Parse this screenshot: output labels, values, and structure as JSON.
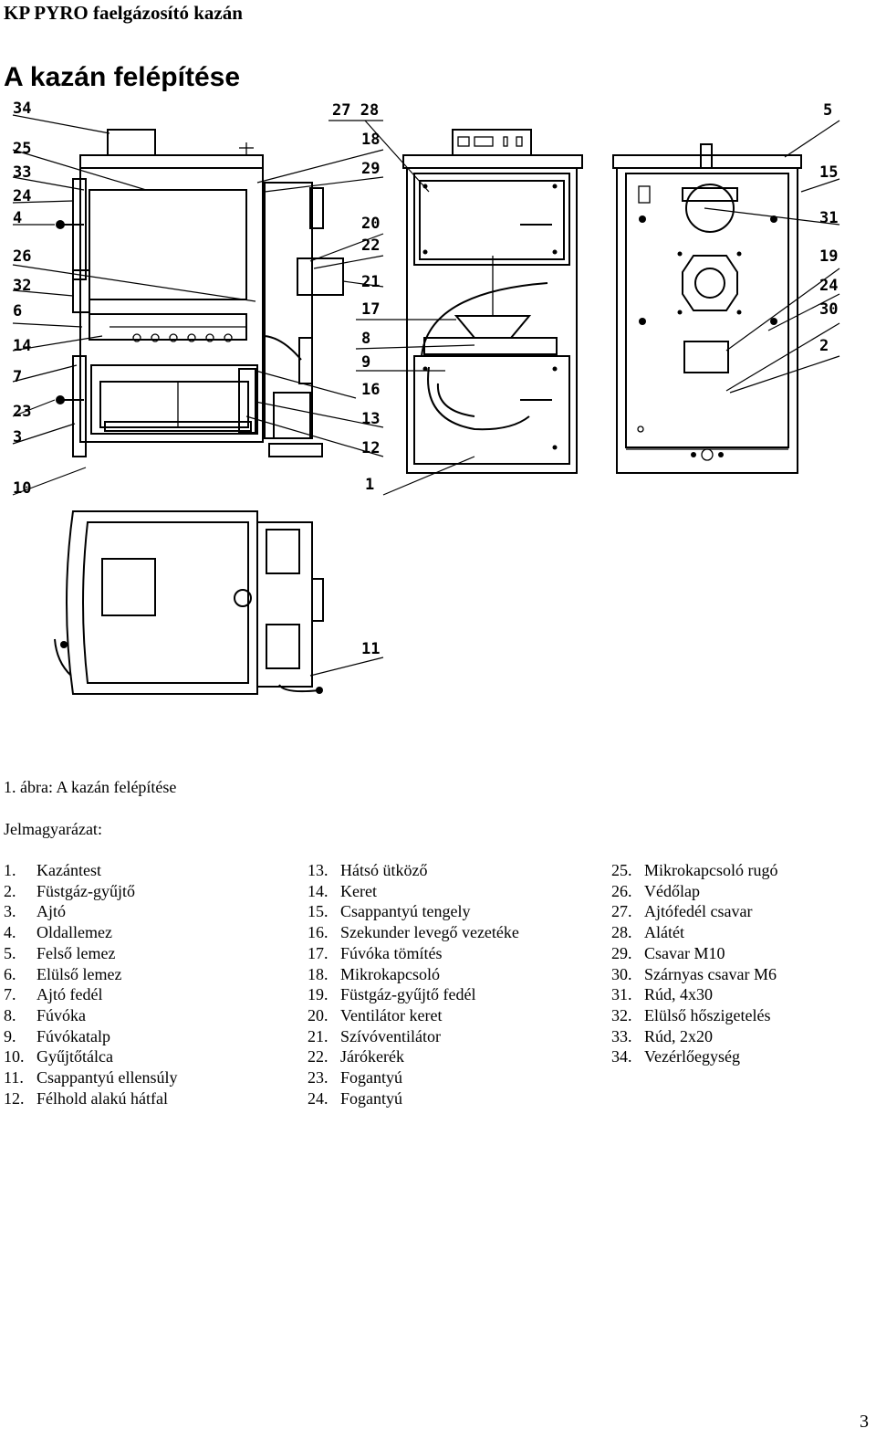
{
  "header": {
    "doc_title": "KP PYRO faelgázosító kazán",
    "section_title": "A kazán felépítése"
  },
  "figure": {
    "caption": "1. ábra: A kazán felépítése",
    "callouts": [
      "34",
      "25",
      "33",
      "24",
      "4",
      "26",
      "32",
      "6",
      "14",
      "7",
      "23",
      "3",
      "10",
      "27 28",
      "18",
      "29",
      "20",
      "22",
      "21",
      "17",
      "8",
      "9",
      "16",
      "13",
      "12",
      "1",
      "5",
      "15",
      "31",
      "19",
      "24",
      "30",
      "2",
      "11"
    ]
  },
  "legend": {
    "title": "Jelmagyarázat:",
    "columns": [
      [
        {
          "num": "1.",
          "label": "Kazántest"
        },
        {
          "num": "2.",
          "label": "Füstgáz-gyűjtő"
        },
        {
          "num": "3.",
          "label": "Ajtó"
        },
        {
          "num": "4.",
          "label": "Oldallemez"
        },
        {
          "num": "5.",
          "label": "Felső lemez"
        },
        {
          "num": "6.",
          "label": "Elülső lemez"
        },
        {
          "num": "7.",
          "label": "Ajtó fedél"
        },
        {
          "num": "8.",
          "label": "Fúvóka"
        },
        {
          "num": "9.",
          "label": "Fúvókatalp"
        },
        {
          "num": "10.",
          "label": "Gyűjtőtálca"
        },
        {
          "num": "11.",
          "label": "Csappantyú ellensúly"
        },
        {
          "num": "12.",
          "label": "Félhold alakú hátfal"
        }
      ],
      [
        {
          "num": "13.",
          "label": "Hátsó ütköző"
        },
        {
          "num": "14.",
          "label": "Keret"
        },
        {
          "num": "15.",
          "label": "Csappantyú tengely"
        },
        {
          "num": "16.",
          "label": "Szekunder levegő vezetéke"
        },
        {
          "num": "17.",
          "label": "Fúvóka tömítés"
        },
        {
          "num": "18.",
          "label": "Mikrokapcsoló"
        },
        {
          "num": "19.",
          "label": "Füstgáz-gyűjtő fedél"
        },
        {
          "num": "20.",
          "label": "Ventilátor keret"
        },
        {
          "num": "21.",
          "label": "Szívóventilátor"
        },
        {
          "num": "22.",
          "label": "Járókerék"
        },
        {
          "num": "23.",
          "label": "Fogantyú"
        },
        {
          "num": "24.",
          "label": "Fogantyú"
        }
      ],
      [
        {
          "num": "25.",
          "label": "Mikrokapcsoló rugó"
        },
        {
          "num": "26.",
          "label": "Védőlap"
        },
        {
          "num": "27.",
          "label": "Ajtófedél csavar"
        },
        {
          "num": "28.",
          "label": "Alátét"
        },
        {
          "num": "29.",
          "label": "Csavar M10"
        },
        {
          "num": "30.",
          "label": "Szárnyas csavar M6"
        },
        {
          "num": "31.",
          "label": "Rúd, 4x30"
        },
        {
          "num": "32.",
          "label": "Elülső hőszigetelés"
        },
        {
          "num": "33.",
          "label": "Rúd, 2x20"
        },
        {
          "num": "34.",
          "label": "Vezérlőegység"
        }
      ]
    ]
  },
  "page_number": "3"
}
